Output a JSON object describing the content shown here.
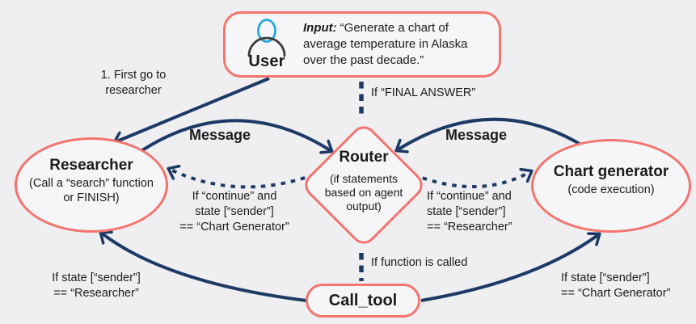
{
  "colors": {
    "background": "#efeef0",
    "node_fill": "#f6f5f7",
    "node_border_salmon": "#f4746f",
    "arrow_navy": "#1d3a66",
    "text": "#1c1c1e",
    "user_head_blue": "#2aa7e0"
  },
  "nodes": {
    "user": {
      "label": "User",
      "input_prefix": "Input:",
      "input_text": "“Generate a chart of average temperature in Alaska over the past decade.”"
    },
    "router": {
      "label": "Router",
      "sublabel": "(if statements\nbased on agent\noutput)"
    },
    "researcher": {
      "label": "Researcher",
      "sublabel": "(Call a “search” function\nor FINISH)"
    },
    "chart_generator": {
      "label": "Chart generator",
      "sublabel": "(code execution)"
    },
    "call_tool": {
      "label": "Call_tool"
    }
  },
  "edge_labels": {
    "first_go": "1. First go to\nresearcher",
    "final_answer": "If “FINAL ANSWER”",
    "message_left": "Message",
    "message_right": "Message",
    "continue_to_researcher": "If “continue” and\nstate [“sender”]\n== “Chart Generator”",
    "continue_to_chart_generator": "If “continue” and\nstate [“sender”]\n== “Researcher”",
    "function_called": "If function is called",
    "tool_to_researcher": "If state [“sender”]\n== “Researcher”",
    "tool_to_chart_generator": "If state [“sender”]\n== “Chart Generator”"
  }
}
